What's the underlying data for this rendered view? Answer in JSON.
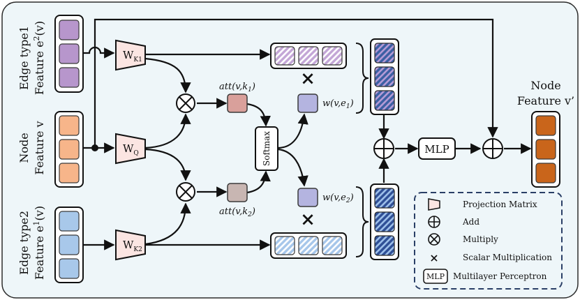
{
  "left_labels": {
    "edge1_line1": "Edge type1",
    "edge1_line2": "Feature e",
    "edge1_sup": "2",
    "edge1_tail": "(v)",
    "node_line1": "Node",
    "node_line2": "Feature v",
    "edge2_line1": "Edge type2",
    "edge2_line2": "Feature e",
    "edge2_sup": "1",
    "edge2_tail": "(v)"
  },
  "projections": {
    "k1": {
      "main": "W",
      "sub": "K1"
    },
    "q": {
      "main": "W",
      "sub": "Q"
    },
    "k2": {
      "main": "W",
      "sub": "K2"
    }
  },
  "attention": {
    "att1": {
      "text": "att(v,k",
      "sub": "1",
      "close": ")"
    },
    "att2": {
      "text": "att(v,k",
      "sub": "2",
      "close": ")"
    },
    "softmax": "Softmax"
  },
  "weights": {
    "w1": {
      "text": "w(v,e",
      "sub": "1",
      "close": ")"
    },
    "w2": {
      "text": "w(v,e",
      "sub": "2",
      "close": ")"
    },
    "scalar_symbol": "×"
  },
  "mlp_label": "MLP",
  "output": {
    "title": "Node",
    "subtitle": "Feature v’"
  },
  "legend": {
    "projection": "Projection Matrix",
    "add": "Add",
    "multiply": "Multiply",
    "scalar": "Scalar Multiplication",
    "scalar_symbol": "×",
    "mlp_box": "MLP",
    "mlp": "Multilayer Perceptron"
  },
  "colors": {
    "panel_bg": "#eef6f9",
    "edge1_cell": "#b796cc",
    "node_cell": "#f7b58a",
    "edge2_cell": "#a8c8ea",
    "output_cell": "#c9651b",
    "projection_fill": "#fbe5e2",
    "att1_fill": "#d9a09b",
    "att2_fill": "#c8b6b2",
    "weight_fill": "#b4b4e0",
    "purple_stripe": "#c3a6d6",
    "blue_stripe": "#a6c6ea",
    "dark_blue": "#3c5fa3"
  }
}
